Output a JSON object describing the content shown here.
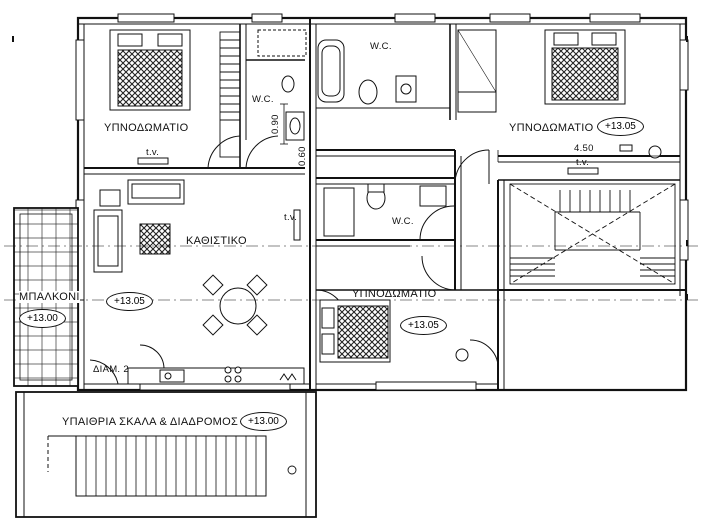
{
  "rooms": {
    "bedroom_nw": "ΥΠΝΟΔΩΜΑΤΙΟ",
    "bedroom_ne": "ΥΠΝΟΔΩΜΑΤΙΟ",
    "bedroom_s": "ΥΠΝΟΔΩΜΑΤΙΟ",
    "living": "ΚΑΘΙΣΤΙΚΟ",
    "balcony": "ΜΠΑΛΚΟΝΙ",
    "outdoor_stair": "ΥΠΑΙΘΡΙΑ ΣΚΑΛΑ & ΔΙΑΔΡΟΜΟΣ",
    "hallway": "ΔΙΑΜ. 2"
  },
  "wc": {
    "wc_north_left": "W.C.",
    "wc_north_right": "W.C.",
    "wc_center": "W.C."
  },
  "tv_labels": {
    "tv_nw": "t.v.",
    "tv_ne": "t.v.",
    "tv_living": "t.v."
  },
  "levels": {
    "living": "+13.05",
    "balcony": "+13.00",
    "bedroom_ne": "+13.05",
    "bedroom_s": "+13.05",
    "outdoor_stair": "+13.00"
  },
  "dimensions": {
    "dim_090": "0.90",
    "dim_060": "0.60",
    "dim_450": "4.50"
  }
}
